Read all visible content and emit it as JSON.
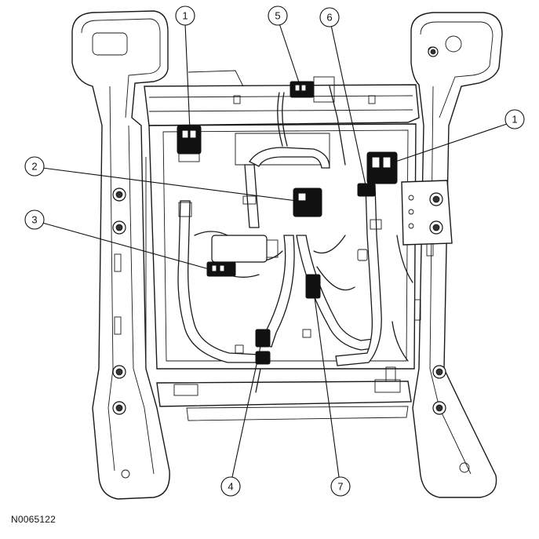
{
  "figure": {
    "id": "N0065122"
  },
  "callouts": [
    {
      "label": "1"
    },
    {
      "label": "2"
    },
    {
      "label": "3"
    },
    {
      "label": "4"
    },
    {
      "label": "5"
    },
    {
      "label": "6"
    },
    {
      "label": "7"
    },
    {
      "label": "1"
    }
  ]
}
